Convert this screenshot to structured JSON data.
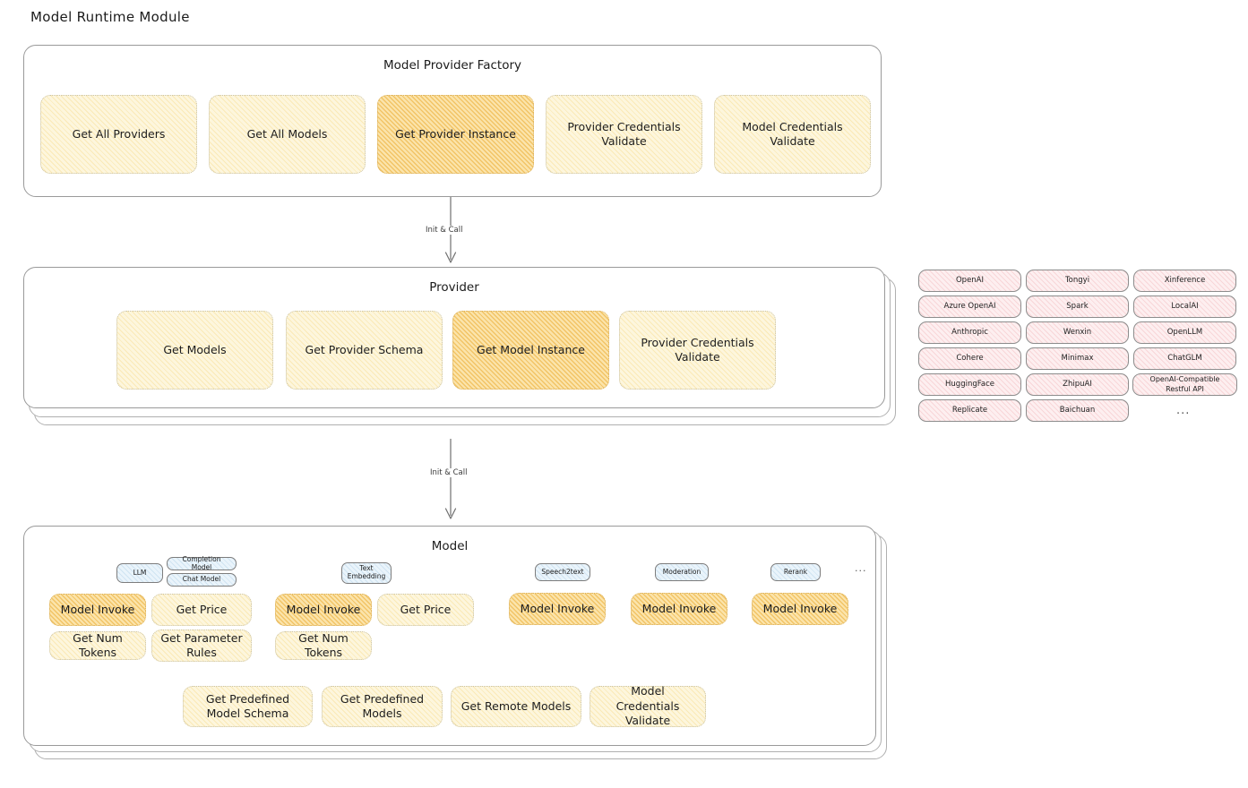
{
  "page": {
    "title": "Model Runtime Module"
  },
  "factory": {
    "title": "Model Provider Factory",
    "nodes": [
      {
        "label": "Get All Providers",
        "state": "pale"
      },
      {
        "label": "Get All Models",
        "state": "pale"
      },
      {
        "label": "Get Provider Instance",
        "state": "hot"
      },
      {
        "label": "Provider Credentials Validate",
        "state": "pale"
      },
      {
        "label": "Model Credentials Validate",
        "state": "pale"
      }
    ]
  },
  "connector_1": {
    "label": "Init & Call"
  },
  "provider": {
    "title": "Provider",
    "nodes": [
      {
        "label": "Get Models",
        "state": "pale"
      },
      {
        "label": "Get Provider Schema",
        "state": "pale"
      },
      {
        "label": "Get Model Instance",
        "state": "hot"
      },
      {
        "label": "Provider Credentials Validate",
        "state": "pale"
      }
    ]
  },
  "connector_2": {
    "label": "Init & Call"
  },
  "provider_list": {
    "columns": [
      [
        "OpenAI",
        "Azure OpenAI",
        "Anthropic",
        "Cohere",
        "HuggingFace",
        "Replicate"
      ],
      [
        "Tongyi",
        "Spark",
        "Wenxin",
        "Minimax",
        "ZhipuAI",
        "Baichuan"
      ],
      [
        "Xinference",
        "LocalAI",
        "OpenLLM",
        "ChatGLM",
        "OpenAI-Compatible Restful API"
      ]
    ],
    "more": "..."
  },
  "model": {
    "title": "Model",
    "more": "...",
    "badges": {
      "llm": "LLM",
      "completion_model": "Completion Model",
      "chat_model": "Chat Model",
      "text_embedding": "Text\nEmbedding",
      "speech2text": "Speech2text",
      "moderation": "Moderation",
      "rerank": "Rerank"
    },
    "groups": {
      "llm": [
        {
          "label": "Model Invoke",
          "state": "hot"
        },
        {
          "label": "Get Price",
          "state": "pale"
        },
        {
          "label": "Get Num Tokens",
          "state": "pale"
        },
        {
          "label": "Get Parameter Rules",
          "state": "pale"
        }
      ],
      "text_embedding": [
        {
          "label": "Model Invoke",
          "state": "hot"
        },
        {
          "label": "Get Price",
          "state": "pale"
        },
        {
          "label": "Get Num Tokens",
          "state": "pale"
        }
      ],
      "speech2text": [
        {
          "label": "Model Invoke",
          "state": "hot"
        }
      ],
      "moderation": [
        {
          "label": "Model Invoke",
          "state": "hot"
        }
      ],
      "rerank": [
        {
          "label": "Model Invoke",
          "state": "hot"
        }
      ]
    },
    "common": [
      {
        "label": "Get Predefined Model Schema",
        "state": "pale"
      },
      {
        "label": "Get Predefined Models",
        "state": "pale"
      },
      {
        "label": "Get Remote Models",
        "state": "pale"
      },
      {
        "label": "Model Credentials Validate",
        "state": "pale"
      }
    ]
  },
  "colors": {
    "pale_fill": "#fdf6dd",
    "hot_fill": "#fbe4ab",
    "pink_fill": "#fdeff0",
    "badge_fill": "#eaf4fb",
    "border": "#9a9a9a",
    "text": "#1b1b1b"
  }
}
